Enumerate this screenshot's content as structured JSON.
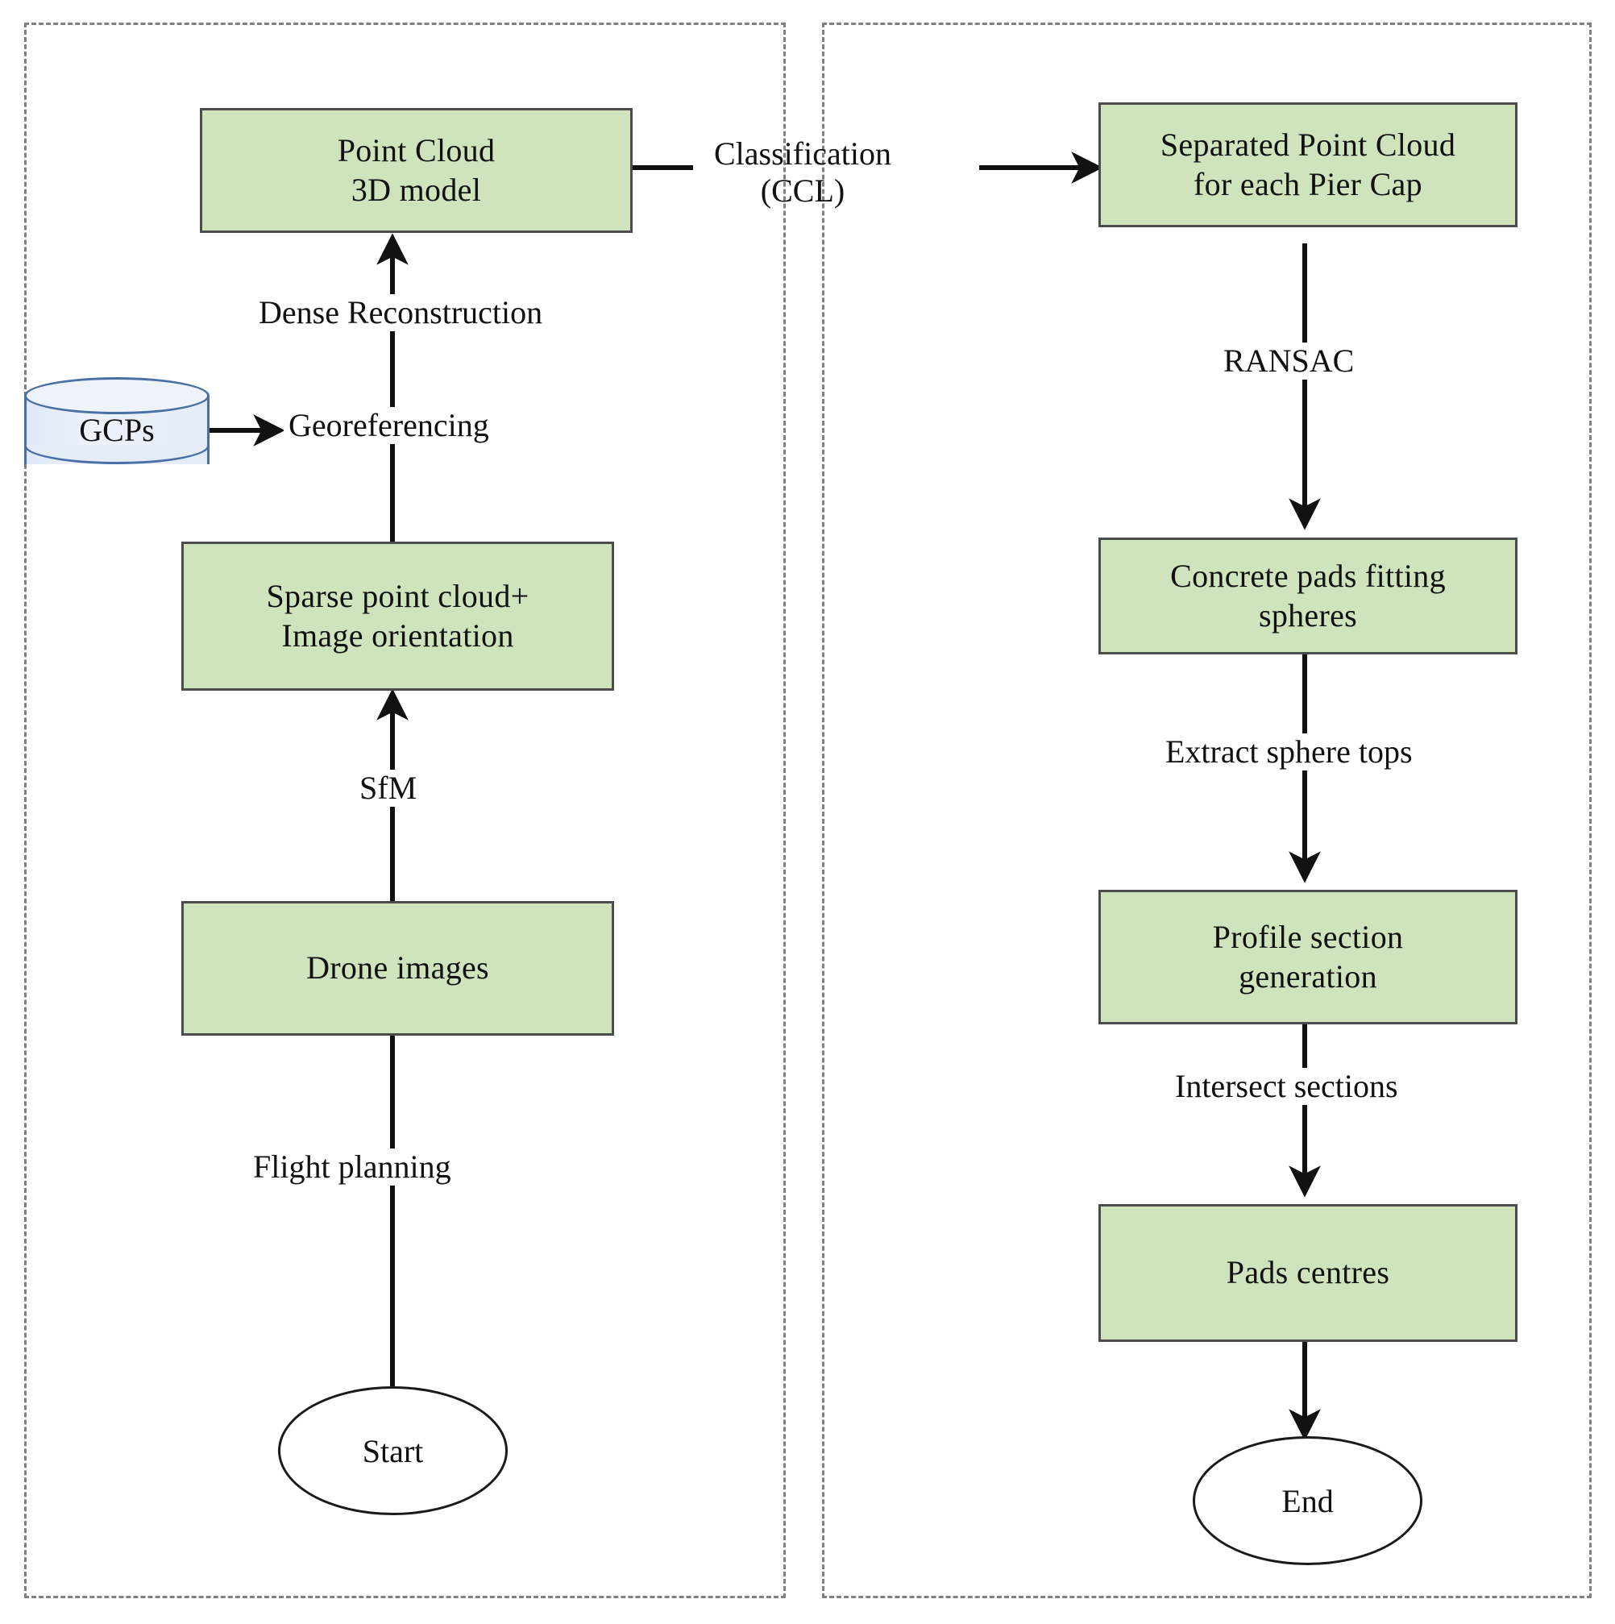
{
  "diagram": {
    "title": "UAV photogrammetry pier-cap pad-centre extraction workflow",
    "colors": {
      "process_fill": "#cfe3bc",
      "process_border": "#4c4c4c",
      "database_fill": "#eef3fb",
      "database_border": "#4a6fa5",
      "terminator_fill": "#ffffff",
      "terminator_border": "#1a1a1a",
      "panel_border": "#808080",
      "arrow": "#111111",
      "background": "#ffffff"
    }
  },
  "panels": {
    "left": {
      "name": "left-phase-panel",
      "border_style": "dashed"
    },
    "right": {
      "name": "right-phase-panel",
      "border_style": "dashed"
    }
  },
  "nodes": {
    "point_cloud_3d_model": {
      "label": "Point Cloud\n3D model",
      "shape": "process"
    },
    "gcps": {
      "label": "GCPs",
      "shape": "database"
    },
    "sparse_point_cloud": {
      "label": "Sparse point cloud+\nImage orientation",
      "shape": "process"
    },
    "drone_images": {
      "label": "Drone images",
      "shape": "process"
    },
    "start": {
      "label": "Start",
      "shape": "terminator"
    },
    "separated_point_cloud": {
      "label": "Separated Point Cloud\nfor each Pier Cap",
      "shape": "process"
    },
    "concrete_pads_fitting_spheres": {
      "label": "Concrete pads fitting\nspheres",
      "shape": "process"
    },
    "profile_section_generation": {
      "label": "Profile section\ngeneration",
      "shape": "process"
    },
    "pads_centres": {
      "label": "Pads centres",
      "shape": "process"
    },
    "end": {
      "label": "End",
      "shape": "terminator"
    }
  },
  "edges": {
    "flight_planning": {
      "label": "Flight planning",
      "from": "start",
      "to": "drone_images"
    },
    "sfm": {
      "label": "SfM",
      "from": "drone_images",
      "to": "sparse_point_cloud"
    },
    "georeferencing": {
      "label": "Georeferencing",
      "from": "gcps",
      "to": "sparse_point_cloud_link"
    },
    "dense_reconstruction": {
      "label": "Dense Reconstruction",
      "from": "sparse_point_cloud",
      "to": "point_cloud_3d_model"
    },
    "classification": {
      "label": "Classification\n(CCL)",
      "from": "point_cloud_3d_model",
      "to": "separated_point_cloud"
    },
    "ransac": {
      "label": "RANSAC",
      "from": "separated_point_cloud",
      "to": "concrete_pads_fitting_spheres"
    },
    "extract_sphere_tops": {
      "label": "Extract sphere tops",
      "from": "concrete_pads_fitting_spheres",
      "to": "profile_section_generation"
    },
    "intersect_sections": {
      "label": "Intersect sections",
      "from": "profile_section_generation",
      "to": "pads_centres"
    },
    "to_end": {
      "label": "",
      "from": "pads_centres",
      "to": "end"
    }
  }
}
